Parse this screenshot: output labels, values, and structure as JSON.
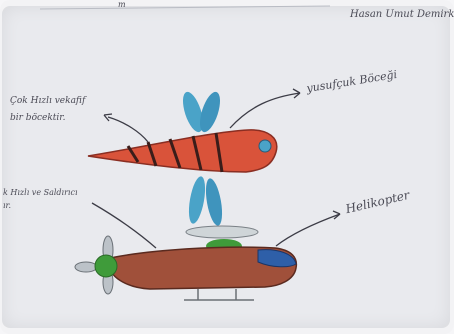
{
  "drawing": {
    "author": "Hasan Umut Demirk",
    "top_scrap": "m",
    "labels": {
      "fast_attack_1": "Çok Hızlı vekafif",
      "fast_attack_2": "bir böcektir.",
      "dragonfly": "yusufçuk Böceği",
      "attack_1": "k Hızlı ve Saldırıcı",
      "attack_2": "ır.",
      "helicopter": "Helikopter"
    }
  },
  "colors": {
    "paper": "#e9eaee",
    "pencil": "#4a4a55",
    "dragonfly_body": "#d9533a",
    "dragonfly_wing": "#4aa3c8",
    "helicopter_body": "#a0503a",
    "helicopter_cockpit": "#2e5fa8",
    "rotor_green": "#3f9b3a"
  },
  "icons": {
    "dragonfly": "dragonfly-drawing-icon",
    "helicopter": "helicopter-drawing-icon"
  }
}
